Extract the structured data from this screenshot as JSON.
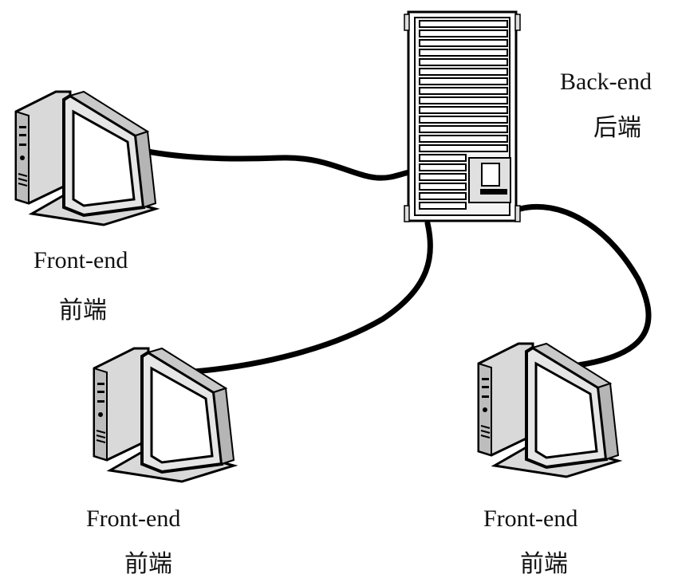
{
  "nodes": {
    "backend": {
      "label_en": "Back-end",
      "label_zh": "后端"
    },
    "frontend_1": {
      "label_en": "Front-end",
      "label_zh": "前端"
    },
    "frontend_2": {
      "label_en": "Front-end",
      "label_zh": "前端"
    },
    "frontend_3": {
      "label_en": "Front-end",
      "label_zh": "前端"
    }
  }
}
